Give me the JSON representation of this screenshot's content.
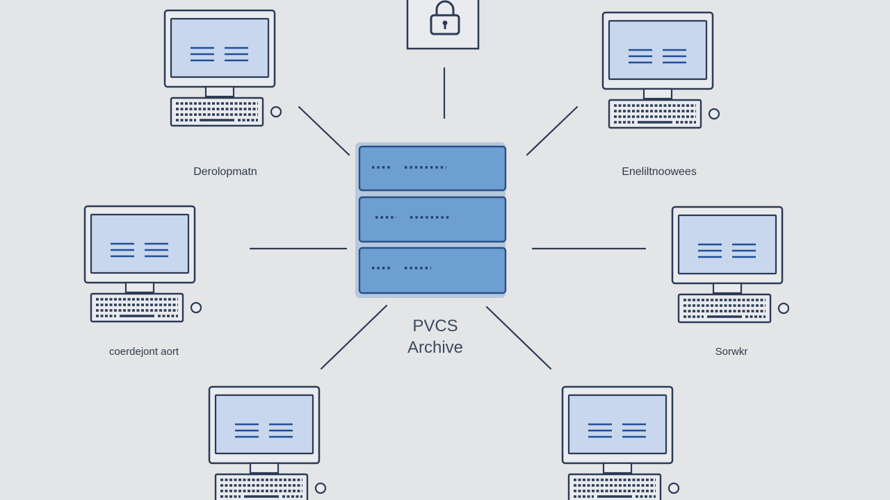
{
  "colors": {
    "background": "#e4e5e7",
    "stroke": "#2b3a55",
    "screen_fill": "#c9d7ee",
    "server_fill": "#6e9fd3",
    "server_glow": "#5f93cf",
    "accent_text": "#1f4f96"
  },
  "icons": [
    "lock-icon",
    "server-icon",
    "computer-icon"
  ],
  "center": {
    "title_line1": "PVCS",
    "title_line2": "Archive"
  },
  "nodes": {
    "top_left": {
      "label": "Derolopmatn"
    },
    "top_right": {
      "label": "Eneliltnoowees"
    },
    "mid_left": {
      "label": "coerdejont aort"
    },
    "mid_right": {
      "label": "Sorwkr"
    },
    "bottom_left": {
      "label": ""
    },
    "bottom_right": {
      "label": ""
    }
  }
}
